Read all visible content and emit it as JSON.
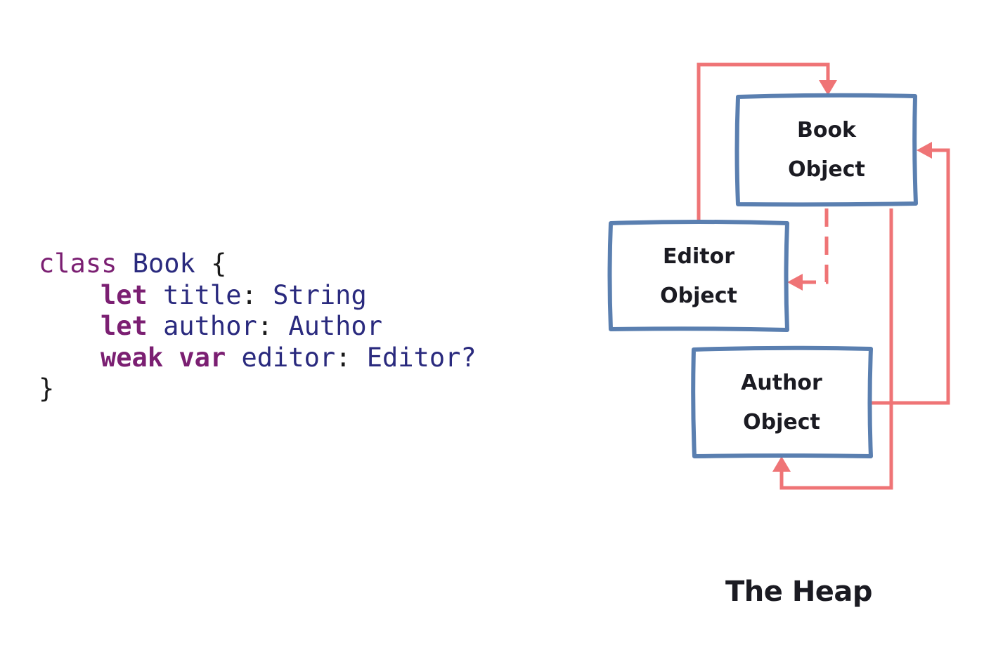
{
  "code": {
    "line1": {
      "keyword": "class",
      "name": "Book",
      "brace_open": "{"
    },
    "line2": {
      "keyword": "let",
      "ident": "title",
      "colon": ":",
      "type": "String"
    },
    "line3": {
      "keyword": "let",
      "ident": "author",
      "colon": ":",
      "type": "Author"
    },
    "line4": {
      "modifier": "weak",
      "keyword": "var",
      "ident": "editor",
      "colon": ":",
      "type": "Editor?"
    },
    "line5": {
      "brace_close": "}"
    }
  },
  "heap": {
    "title": "The Heap",
    "objects": {
      "book": {
        "line1": "Book",
        "line2": "Object"
      },
      "editor": {
        "line1": "Editor",
        "line2": "Object"
      },
      "author": {
        "line1": "Author",
        "line2": "Object"
      }
    }
  },
  "colors": {
    "keyword": "#7b1f72",
    "identifier": "#2a2a7e",
    "box_outline": "#5a7fb0",
    "reference_arrow": "#ef7476",
    "text": "#1b1b22"
  }
}
